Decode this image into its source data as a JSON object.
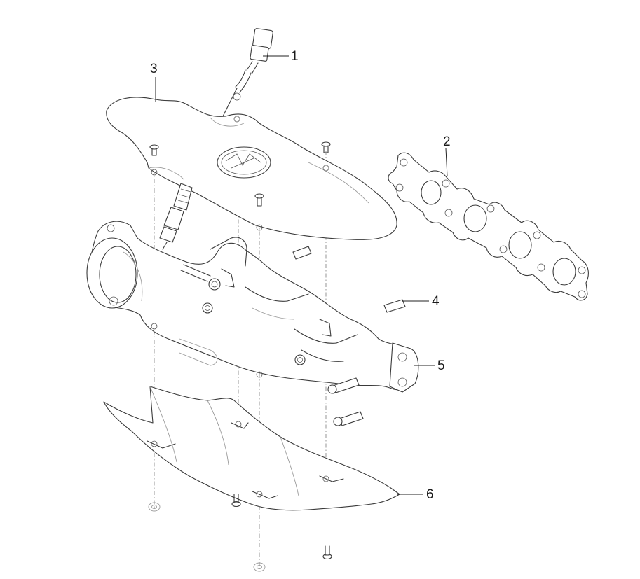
{
  "callouts": [
    {
      "id": "c1",
      "label": "1"
    },
    {
      "id": "c2",
      "label": "2"
    },
    {
      "id": "c3",
      "label": "3"
    },
    {
      "id": "c4",
      "label": "4"
    },
    {
      "id": "c5",
      "label": "5"
    },
    {
      "id": "c6",
      "label": "6"
    }
  ],
  "colors": {
    "line": "#3a3a3a",
    "hidden": "#8a8a8a"
  }
}
